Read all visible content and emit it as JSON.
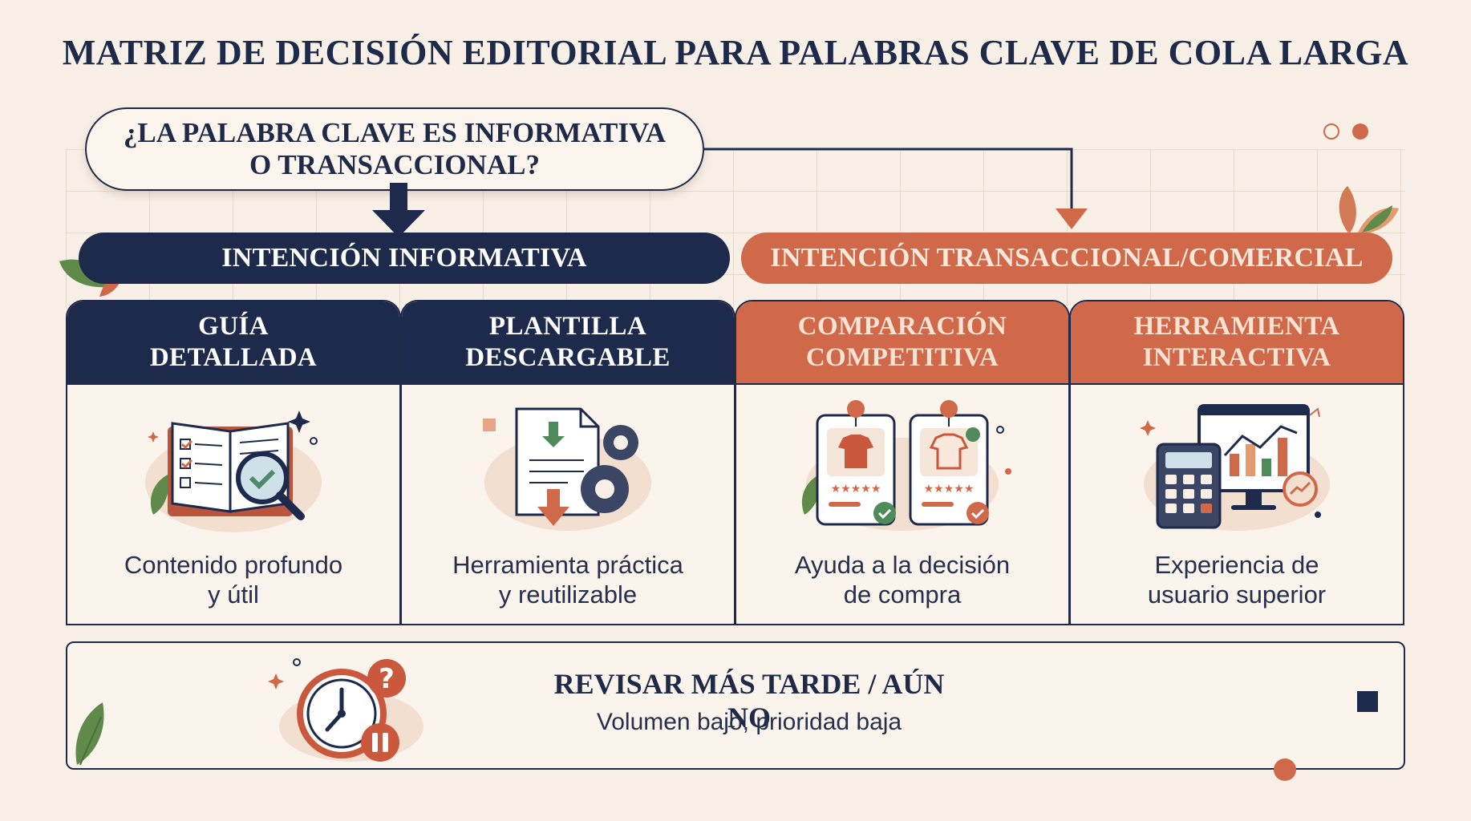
{
  "title": "MATRIZ DE DECISIÓN EDITORIAL PARA PALABRAS CLAVE DE COLA LARGA",
  "question": {
    "line1": "¿LA PALABRA CLAVE ES INFORMATIVA",
    "line2": "O TRANSACCIONAL?"
  },
  "branches": {
    "informative": "INTENCIÓN INFORMATIVA",
    "transactional": "INTENCIÓN TRANSACCIONAL/COMERCIAL"
  },
  "cards": [
    {
      "title1": "GUÍA",
      "title2": "DETALLADA",
      "desc1": "Contenido profundo",
      "desc2": "y útil",
      "icon": "open-book-magnifier-icon"
    },
    {
      "title1": "PLANTILLA",
      "title2": "DESCARGABLE",
      "desc1": "Herramienta práctica",
      "desc2": "y reutilizable",
      "icon": "document-download-gears-icon"
    },
    {
      "title1": "COMPARACIÓN",
      "title2": "COMPETITIVA",
      "desc1": "Ayuda a la decisión",
      "desc2": "de compra",
      "icon": "product-comparison-cards-icon"
    },
    {
      "title1": "HERRAMIENTA",
      "title2": "INTERACTIVA",
      "desc1": "Experiencia de",
      "desc2": "usuario superior",
      "icon": "calculator-dashboard-icon"
    }
  ],
  "review": {
    "title": "REVISAR MÁS TARDE / AÚN NO",
    "subtitle": "Volumen bajo, prioridad baja",
    "icon": "clock-question-pause-icon"
  },
  "colors": {
    "navy": "#1d2a4b",
    "orange": "#d0684a",
    "background": "#f8efe6",
    "leaf": "#5f8a4a"
  }
}
